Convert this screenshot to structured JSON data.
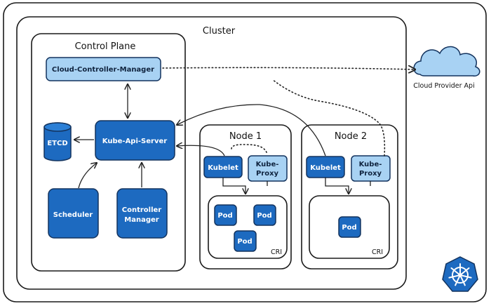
{
  "cluster": {
    "title": "Cluster"
  },
  "control_plane": {
    "title": "Control Plane",
    "cloud_controller_manager": "Cloud-Controller-Manager",
    "kube_api_server": "Kube-Api-Server",
    "etcd": "ETCD",
    "scheduler": "Scheduler",
    "controller_manager": [
      "Controller",
      "Manager"
    ]
  },
  "node1": {
    "title": "Node 1",
    "kubelet": "Kubelet",
    "kube_proxy": [
      "Kube-",
      "Proxy"
    ],
    "pods": [
      "Pod",
      "Pod",
      "Pod"
    ],
    "cri": "CRI"
  },
  "node2": {
    "title": "Node 2",
    "kubelet": "Kubelet",
    "kube_proxy": [
      "Kube-",
      "Proxy"
    ],
    "pods": [
      "Pod"
    ],
    "cri": "CRI"
  },
  "cloud_provider": {
    "label": "Cloud Provider Api"
  },
  "colors": {
    "dark_blue": "#1d6ac0",
    "light_blue": "#a8d2f3",
    "outline": "#13335e"
  },
  "icons": {
    "kubernetes": "kubernetes-logo-icon",
    "cloud": "cloud-icon",
    "database": "database-icon"
  }
}
